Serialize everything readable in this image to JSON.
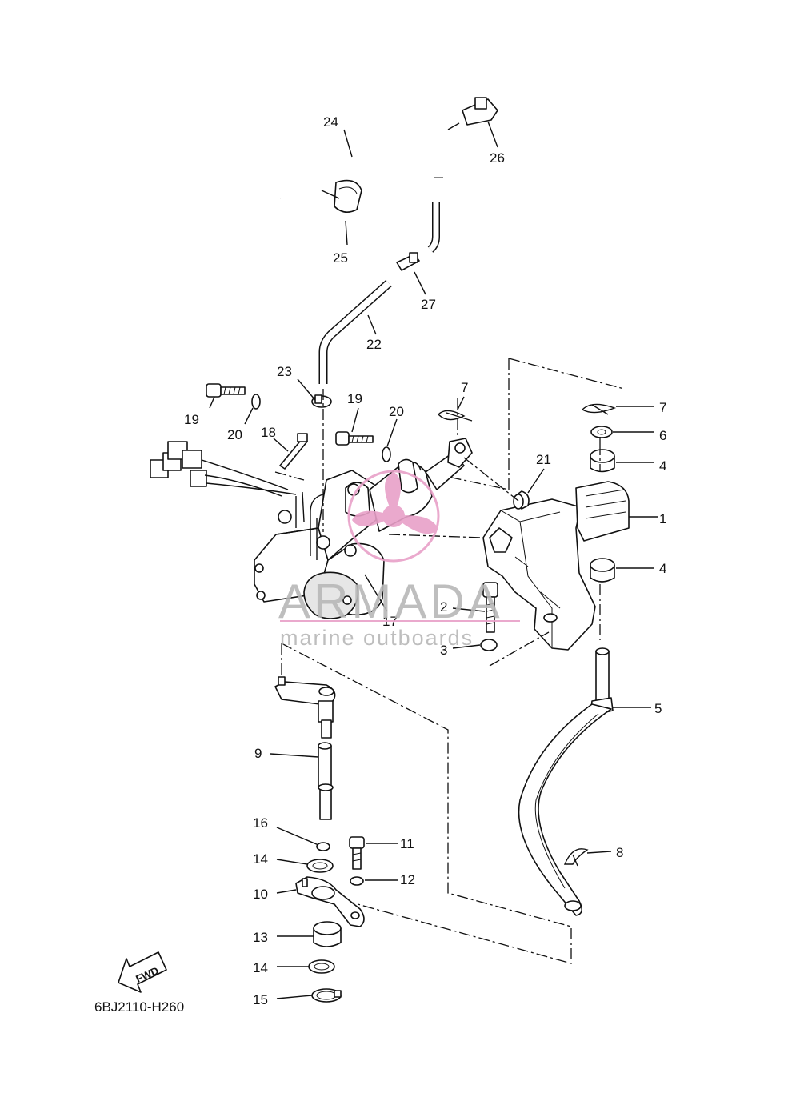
{
  "diagram": {
    "code": "6BJ2110-H260",
    "fwd_label": "FWD",
    "callouts": [
      "1",
      "2",
      "3",
      "4",
      "4",
      "5",
      "6",
      "7",
      "7",
      "8",
      "9",
      "10",
      "11",
      "12",
      "13",
      "14",
      "14",
      "15",
      "16",
      "17",
      "18",
      "19",
      "19",
      "20",
      "20",
      "21",
      "22",
      "23",
      "24",
      "25",
      "26",
      "27"
    ]
  },
  "watermark": {
    "brand": "ARMADA",
    "tagline": "marine outboards",
    "accent_color": "#e8a0c8"
  }
}
